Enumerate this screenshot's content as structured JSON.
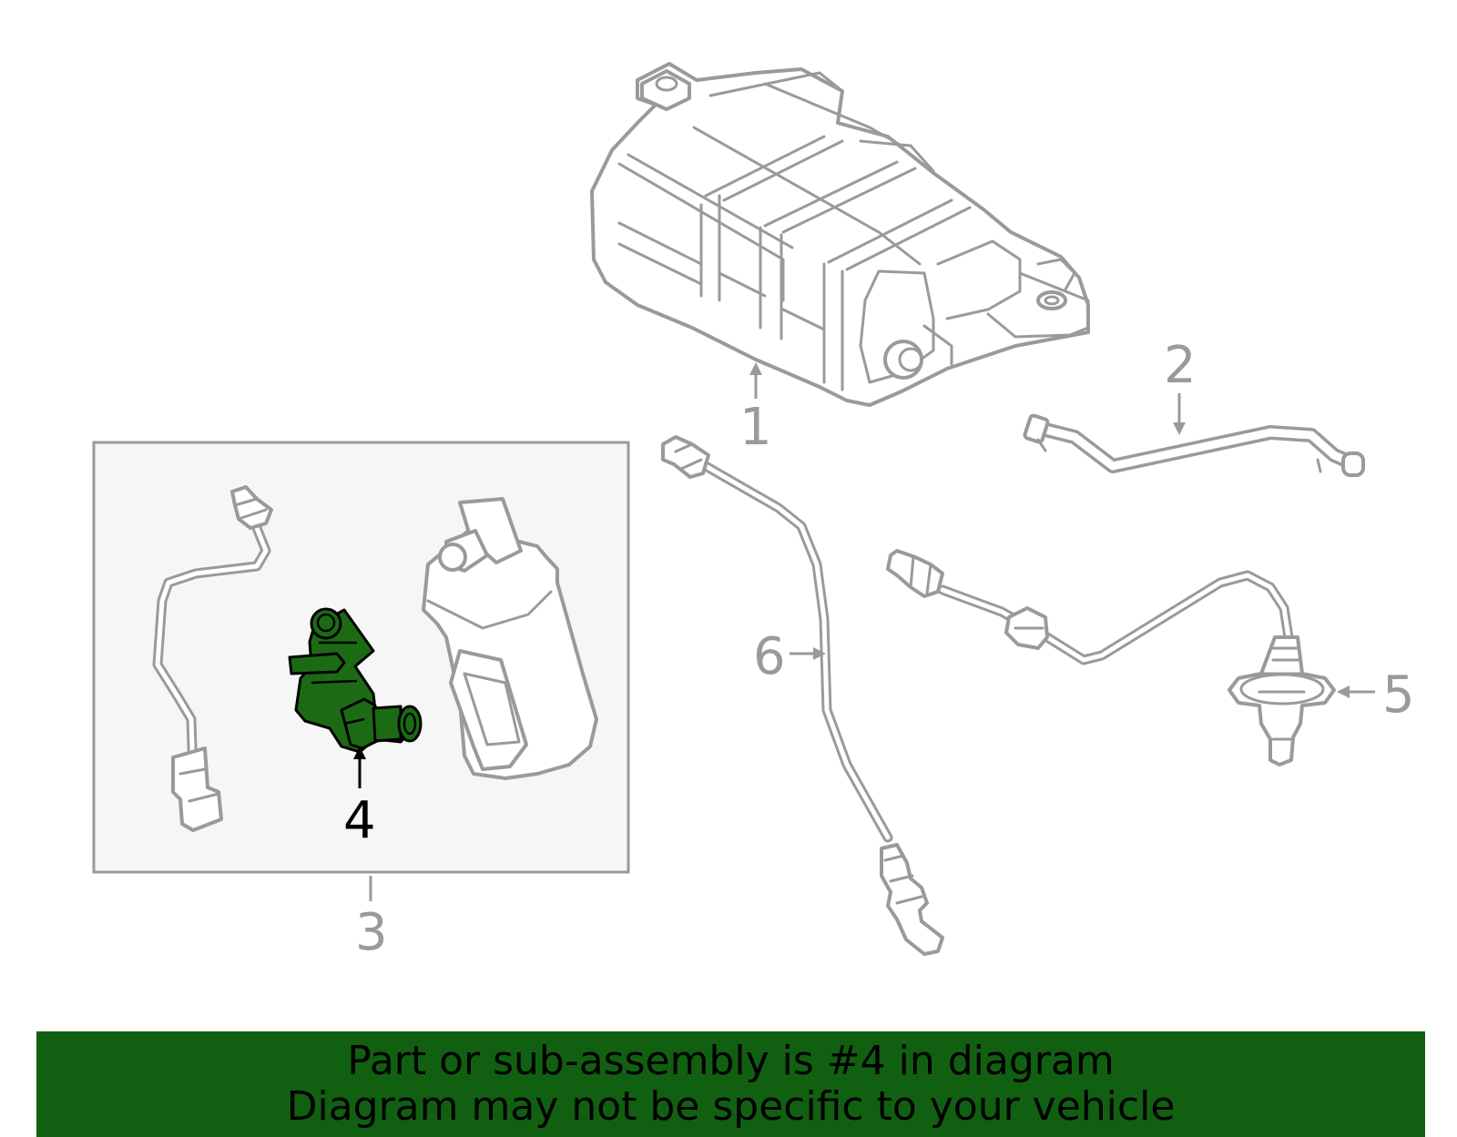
{
  "diagram": {
    "callouts": {
      "c1": "1",
      "c2": "2",
      "c3": "3",
      "c4": "4",
      "c5": "5",
      "c6": "6"
    },
    "highlighted_part": "4",
    "colors": {
      "highlight": "#1c6b14",
      "banner": "#116011",
      "part_outline": "#9a9a9a",
      "subassembly_box": "#f6f6f6"
    }
  },
  "banner": {
    "line1": "Part or sub-assembly is #4 in diagram",
    "line2": "Diagram may not be specific to your vehicle"
  }
}
